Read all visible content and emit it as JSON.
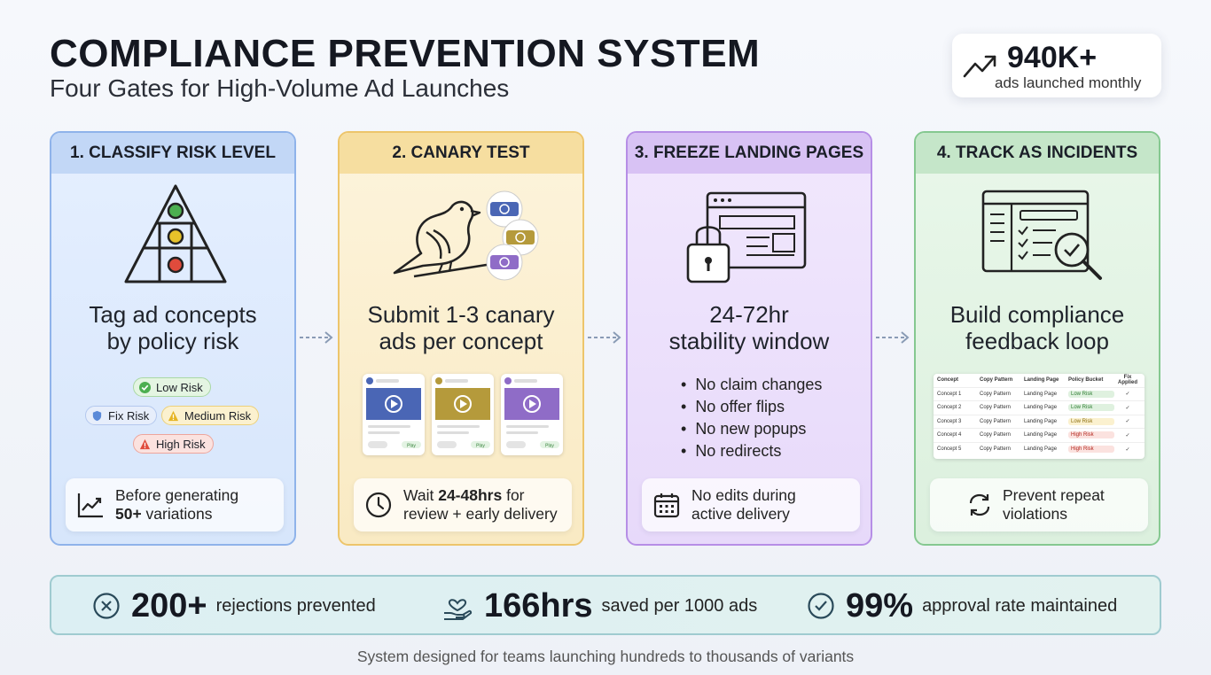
{
  "header": {
    "title": "COMPLIANCE PREVENTION SYSTEM",
    "subtitle": "Four Gates for High-Volume Ad Launches",
    "stat_value": "940K+",
    "stat_label": "ads launched monthly"
  },
  "gates": [
    {
      "title": "1. CLASSIFY RISK LEVEL",
      "main_line1": "Tag ad concepts",
      "main_line2": "by policy risk",
      "risk_tags": [
        "Low Risk",
        "Fix Risk",
        "Medium Risk",
        "High Risk"
      ],
      "footer_line1": "Before generating",
      "footer_bold": "50+",
      "footer_rest": " variations"
    },
    {
      "title": "2. CANARY TEST",
      "main_line1": "Submit 1-3 canary",
      "main_line2": "ads per concept",
      "mini_ad_label": "Play",
      "footer_pre": "Wait ",
      "footer_bold": "24-48hrs",
      "footer_post": " for",
      "footer_line2": "review + early delivery"
    },
    {
      "title": "3. FREEZE LANDING PAGES",
      "main_line1": "24-72hr",
      "main_line2": "stability window",
      "bullets": [
        "No claim changes",
        "No offer flips",
        "No new popups",
        "No redirects"
      ],
      "footer_line1": "No edits during",
      "footer_line2": "active delivery"
    },
    {
      "title": "4. TRACK AS INCIDENTS",
      "main_line1": "Build compliance",
      "main_line2": "feedback loop",
      "table": {
        "headers": [
          "Concept",
          "Copy Pattern",
          "Landing Page",
          "Policy Bucket",
          "Fix Applied"
        ],
        "rows": [
          [
            "Concept 1",
            "Copy Pattern",
            "Landing Page",
            "Low Risk",
            "✓"
          ],
          [
            "Concept 2",
            "Copy Pattern",
            "Landing Page",
            "Low Risk",
            "✓"
          ],
          [
            "Concept 3",
            "Copy Pattern",
            "Landing Page",
            "Low Risk",
            "✓"
          ],
          [
            "Concept 4",
            "Copy Pattern",
            "Landing Page",
            "High Risk",
            "✓"
          ],
          [
            "Concept 5",
            "Copy Pattern",
            "Landing Page",
            "High Risk",
            "✓"
          ]
        ]
      },
      "footer_line1": "Prevent repeat",
      "footer_line2": "violations"
    }
  ],
  "bottom_stats": [
    {
      "value": "200+",
      "label": "rejections prevented"
    },
    {
      "value": "166hrs",
      "label": "saved per 1000 ads"
    },
    {
      "value": "99%",
      "label": "approval rate maintained"
    }
  ],
  "footer": "System designed for teams launching hundreds to thousands of variants",
  "colors": {
    "gate1": "#8fb3ea",
    "gate2": "#edc56b",
    "gate3": "#b68ee6",
    "gate4": "#85c890",
    "low_risk": "#4caf50",
    "medium_risk": "#e6b422",
    "high_risk": "#e04b3c",
    "fix_risk": "#5b8ad8"
  }
}
